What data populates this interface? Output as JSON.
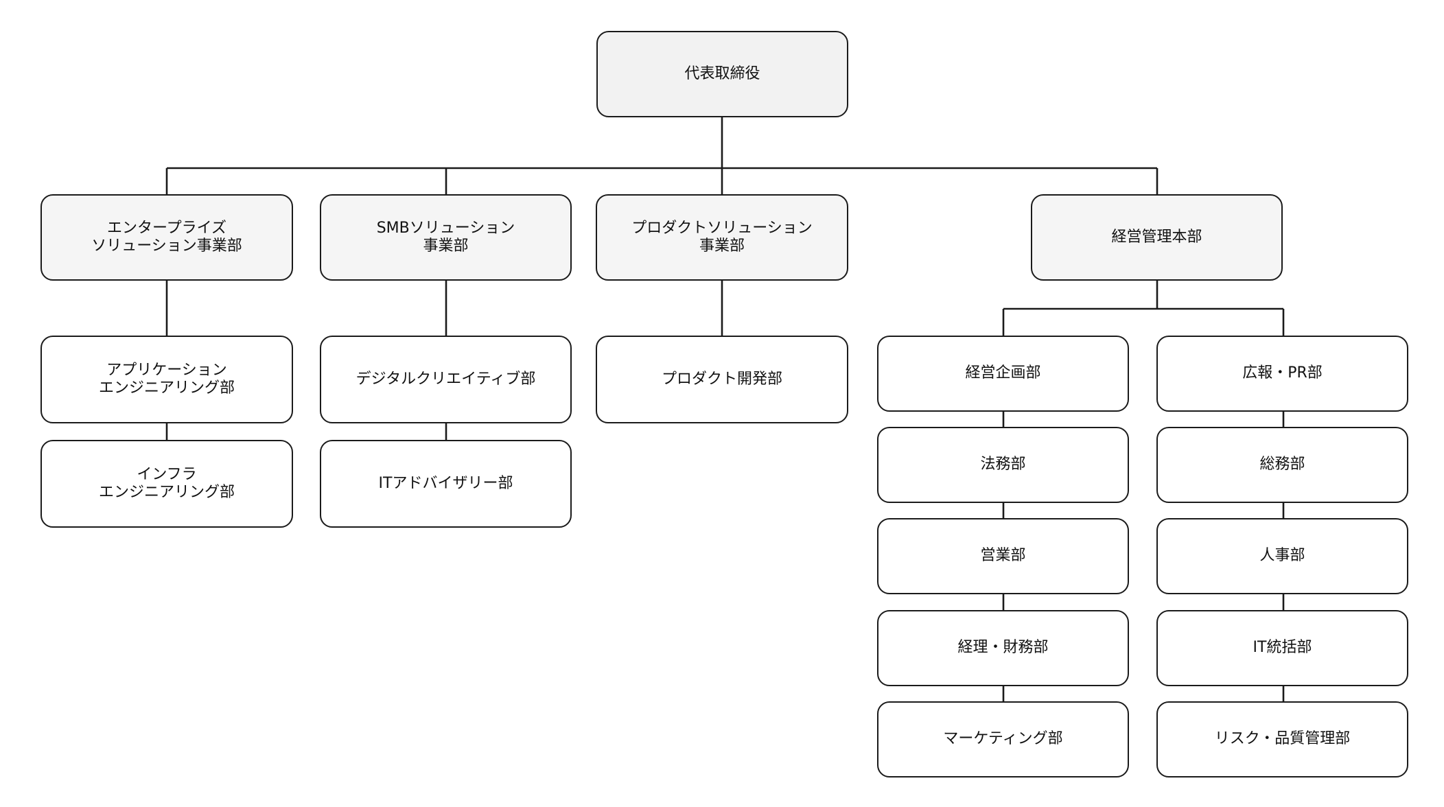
{
  "org_chart": {
    "ceo": "代表取締役",
    "divisions": [
      {
        "label": "エンタープライズ\nソリューション事業部",
        "children": [
          "アプリケーション\nエンジニアリング部",
          "インフラ\nエンジニアリング部"
        ]
      },
      {
        "label": "SMBソリューション\n事業部",
        "children": [
          "デジタルクリエイティブ部",
          "ITアドバイザリー部"
        ]
      },
      {
        "label": "プロダクトソリューション\n事業部",
        "children": [
          "プロダクト開発部"
        ]
      },
      {
        "label": "経営管理本部",
        "children_left": [
          "経営企画部",
          "法務部",
          "営業部",
          "経理・財務部",
          "マーケティング部"
        ],
        "children_right": [
          "広報・PR部",
          "総務部",
          "人事部",
          "IT統括部",
          "リスク・品質管理部"
        ]
      }
    ]
  },
  "colors": {
    "line": "#1a1a1a",
    "head_fill": "#f2f2f2",
    "division_fill": "#f5f5f5",
    "unit_fill": "#ffffff"
  }
}
